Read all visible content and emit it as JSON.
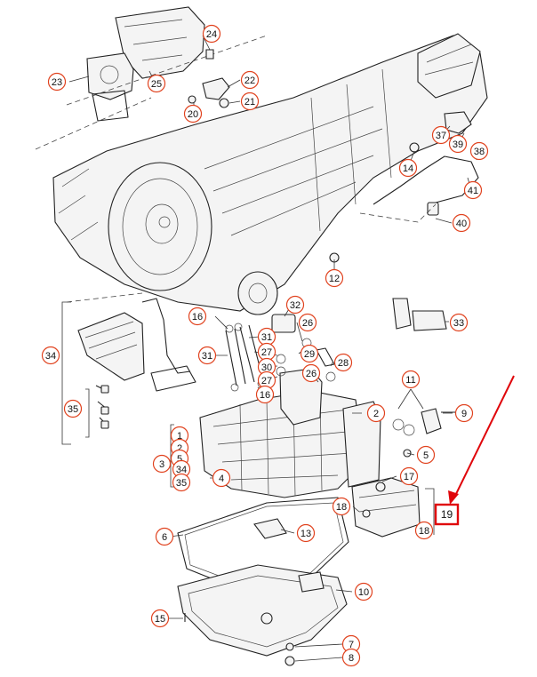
{
  "diagram": {
    "callouts": [
      {
        "id": "c1",
        "label": "24"
      },
      {
        "id": "c2",
        "label": "23"
      },
      {
        "id": "c3",
        "label": "25"
      },
      {
        "id": "c4",
        "label": "22"
      },
      {
        "id": "c5",
        "label": "21"
      },
      {
        "id": "c6",
        "label": "20"
      },
      {
        "id": "c7",
        "label": "37"
      },
      {
        "id": "c8",
        "label": "39"
      },
      {
        "id": "c9",
        "label": "38"
      },
      {
        "id": "c10",
        "label": "14"
      },
      {
        "id": "c11",
        "label": "41"
      },
      {
        "id": "c12",
        "label": "40"
      },
      {
        "id": "c13",
        "label": "12"
      },
      {
        "id": "c14",
        "label": "32"
      },
      {
        "id": "c15",
        "label": "33"
      },
      {
        "id": "c16",
        "label": "16"
      },
      {
        "id": "c17",
        "label": "31"
      },
      {
        "id": "c18",
        "label": "26"
      },
      {
        "id": "c19",
        "label": "34"
      },
      {
        "id": "c20",
        "label": "31"
      },
      {
        "id": "c21",
        "label": "27"
      },
      {
        "id": "c22",
        "label": "29"
      },
      {
        "id": "c23",
        "label": "28"
      },
      {
        "id": "c24",
        "label": "30"
      },
      {
        "id": "c25",
        "label": "27"
      },
      {
        "id": "c26",
        "label": "26"
      },
      {
        "id": "c27",
        "label": "16"
      },
      {
        "id": "c28",
        "label": "11"
      },
      {
        "id": "c29",
        "label": "35"
      },
      {
        "id": "c30",
        "label": "2"
      },
      {
        "id": "c31",
        "label": "9"
      },
      {
        "id": "c32",
        "label": "1"
      },
      {
        "id": "c33",
        "label": "2"
      },
      {
        "id": "c34",
        "label": "3"
      },
      {
        "id": "c35",
        "label": "5"
      },
      {
        "id": "c36",
        "label": "34"
      },
      {
        "id": "c37",
        "label": "35"
      },
      {
        "id": "c38",
        "label": "4"
      },
      {
        "id": "c39",
        "label": "5"
      },
      {
        "id": "c40",
        "label": "17"
      },
      {
        "id": "c41",
        "label": "18"
      },
      {
        "id": "c42",
        "label": "18"
      },
      {
        "id": "c43",
        "label": "6"
      },
      {
        "id": "c44",
        "label": "13"
      },
      {
        "id": "c45",
        "label": "10"
      },
      {
        "id": "c46",
        "label": "15"
      },
      {
        "id": "c47",
        "label": "7"
      },
      {
        "id": "c48",
        "label": "8"
      }
    ],
    "highlight": {
      "label": "19",
      "color": "#e0060b"
    },
    "callout_color": "#e0421e"
  }
}
